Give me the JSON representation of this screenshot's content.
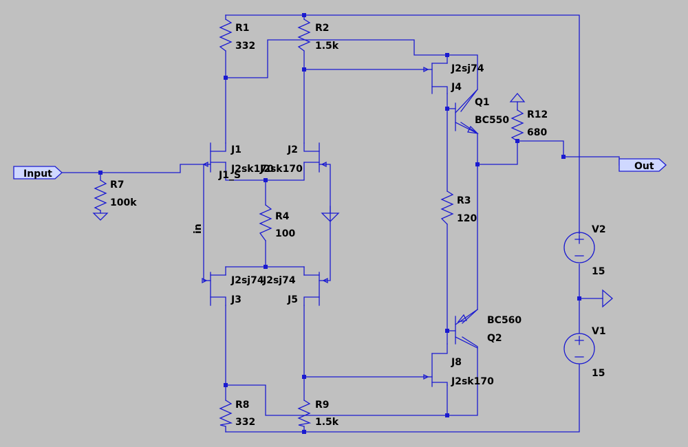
{
  "schematic": {
    "ports": {
      "input": "Input",
      "output": "Out"
    },
    "net_labels": {
      "in": "in",
      "j1_s": "J1_S"
    },
    "components": {
      "r1": {
        "ref": "R1",
        "value": "332"
      },
      "r2": {
        "ref": "R2",
        "value": "1.5k"
      },
      "r3": {
        "ref": "R3",
        "value": "120"
      },
      "r4": {
        "ref": "R4",
        "value": "100"
      },
      "r7": {
        "ref": "R7",
        "value": "100k"
      },
      "r8": {
        "ref": "R8",
        "value": "332"
      },
      "r9": {
        "ref": "R9",
        "value": "1.5k"
      },
      "r12": {
        "ref": "R12",
        "value": "680"
      },
      "j1": {
        "ref": "J1",
        "model": "J2sk170"
      },
      "j2": {
        "ref": "J2",
        "model": "J2sk170"
      },
      "j3": {
        "ref": "J3",
        "model": "J2sj74"
      },
      "j4": {
        "ref": "J4",
        "model": "J2sj74"
      },
      "j5": {
        "ref": "J5",
        "model": "J2sj74"
      },
      "j8": {
        "ref": "J8",
        "model": "J2sk170"
      },
      "q1": {
        "ref": "Q1",
        "model": "BC550"
      },
      "q2": {
        "ref": "Q2",
        "model": "BC560"
      },
      "v1": {
        "ref": "V1",
        "value": "15"
      },
      "v2": {
        "ref": "V2",
        "value": "15"
      }
    },
    "colors": {
      "background": "#c0c0c0",
      "wire": "#1a1ad0",
      "text": "#000000"
    }
  }
}
